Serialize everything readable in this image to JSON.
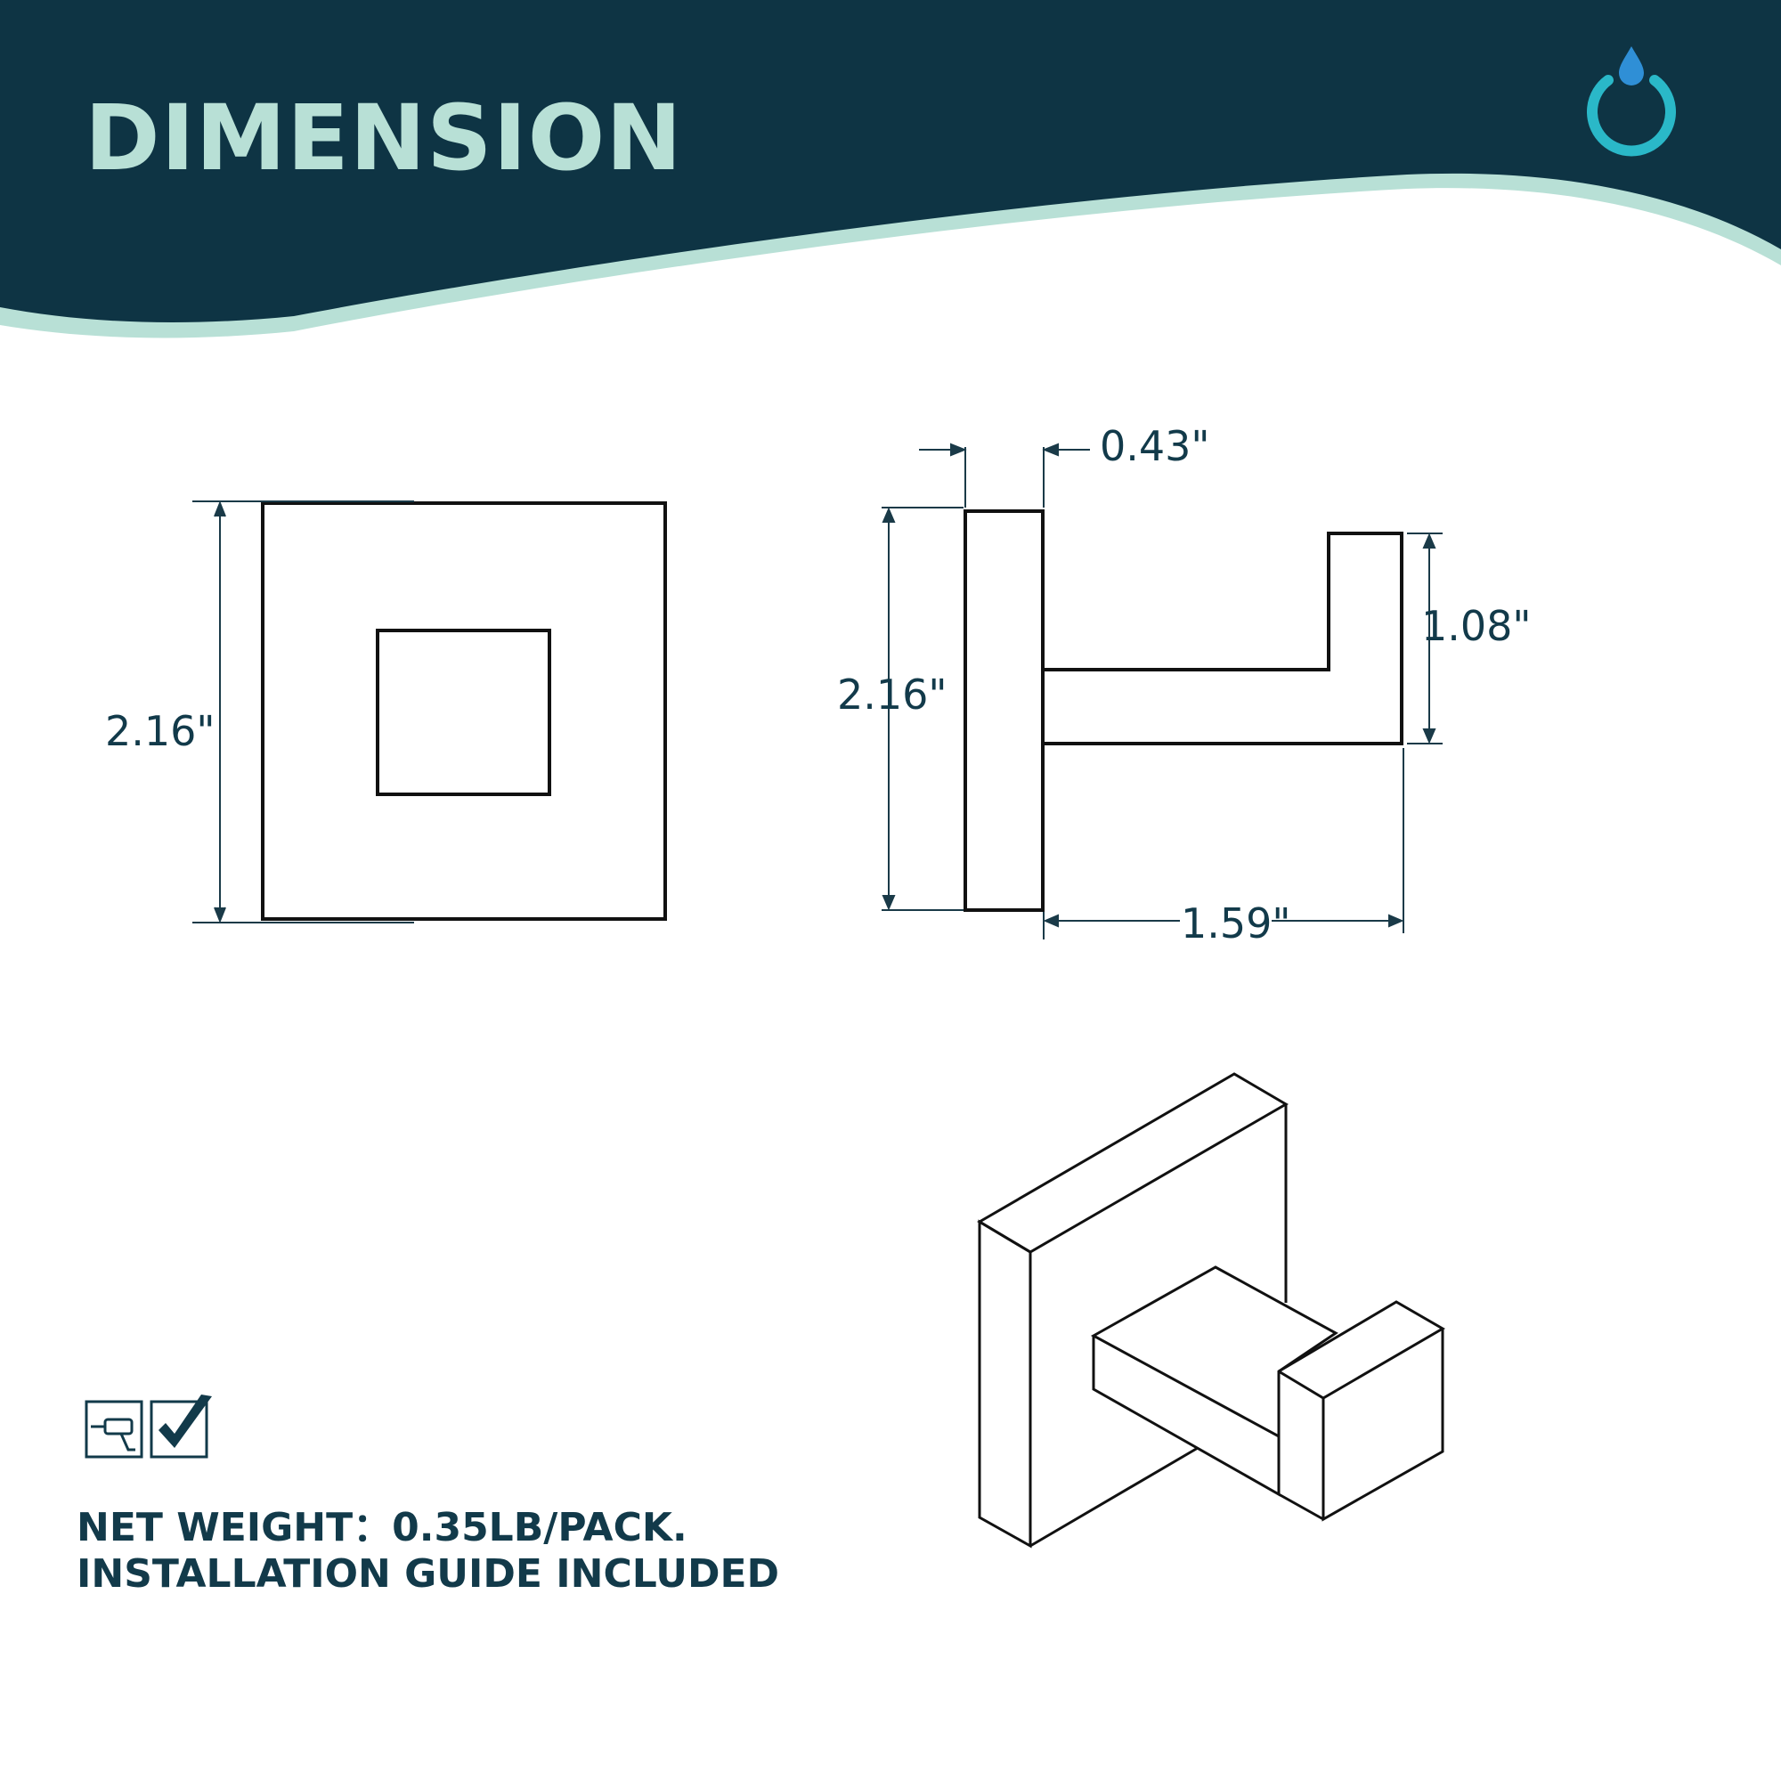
{
  "header": {
    "title": "DIMENSION",
    "logo_icon": "water-drop-power-icon",
    "colors": {
      "band": "#0e3444",
      "accent": "#b8e0d6",
      "logo_blue": "#2f8fd6",
      "logo_teal": "#22d6b4"
    }
  },
  "front_view": {
    "height_label": "2.16\""
  },
  "side_view": {
    "depth_label": "0.43\"",
    "height_label": "2.16\"",
    "hook_height_label": "1.08\"",
    "projection_label": "1.59\""
  },
  "info": {
    "icons": [
      "drill-icon",
      "checkmark-icon"
    ],
    "weight_line": "NET WEIGHT：0.35LB/PACK.",
    "guide_line": "INSTALLATION GUIDE INCLUDED"
  },
  "colors": {
    "text": "#123a4a",
    "line": "#111111"
  }
}
